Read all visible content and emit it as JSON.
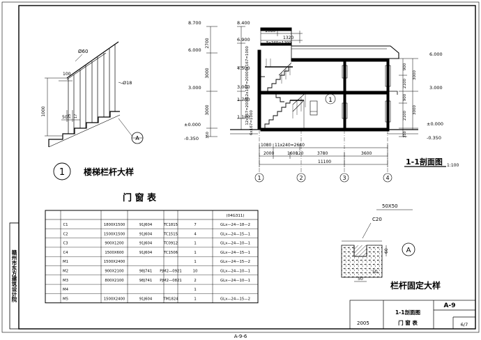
{
  "title_block": {
    "vertical_text": "赣州市东方建筑设计院",
    "year": "2005",
    "sheet_title_1": "1-1剖面图",
    "sheet_title_2": "门 窗 表",
    "drawing_no": "A-9",
    "page": "6/7",
    "bottom_label": "A-9-6"
  },
  "stair_detail": {
    "handrail_dia": "Ø60",
    "baluster_dia": "Ø18",
    "dim_100": "100",
    "dim_50": "50",
    "dim_1000": "1000",
    "dim_25": "25",
    "dim_17": "17",
    "ref_mark": "A",
    "callout_no": "1",
    "title": "楼梯栏杆大样"
  },
  "section": {
    "title": "1-1剖面图",
    "scale": "1:100",
    "callout_no": "1",
    "left_elevs": [
      "8.700",
      "6.000",
      "3.000",
      "±0.000",
      "-0.350"
    ],
    "left_dims": [
      "2700",
      "3000",
      "3000",
      "350"
    ],
    "inner_elevs": [
      "8.400",
      "6.900",
      "4.500",
      "3.000",
      "1.700",
      "1.100"
    ],
    "stair_dims": [
      "6x167=1000",
      "12x167=2000",
      "12x167=2000",
      "6x167=1000"
    ],
    "right_elevs": [
      "6.000",
      "3.000",
      "±0.000",
      "-0.350"
    ],
    "right_dims": [
      "900",
      "2100",
      "900",
      "2100",
      "350"
    ],
    "right_totals": [
      "3000",
      "3000"
    ],
    "top_dims": [
      "1080",
      "1320",
      "5x240=1200"
    ],
    "bottom_dims_1": [
      "1080",
      "11x240=2640"
    ],
    "bottom_dims_2": [
      "2000",
      "1600",
      "120",
      "3780",
      "3600"
    ],
    "total": "11100",
    "axes": [
      "1",
      "2",
      "3",
      "4"
    ]
  },
  "fix_detail": {
    "size": "50X50",
    "concrete": "C20",
    "dim_50a": "50",
    "dim_50b": "50",
    "dim_60": "60",
    "ref_mark": "A",
    "title": "栏杆固定大样"
  },
  "door_window_table": {
    "title": "门 窗 表",
    "header_note": "(04G311)",
    "rows": [
      {
        "code": "C1",
        "size": "1800X1500",
        "atlas": "91J604",
        "model": "TC1815",
        "count": "7",
        "lintel": "GLx—24—18—2"
      },
      {
        "code": "C2",
        "size": "1500X1500",
        "atlas": "91J604",
        "model": "TC1515",
        "count": "4",
        "lintel": "GLx—24—15—1"
      },
      {
        "code": "C3",
        "size": "900X1200",
        "atlas": "91J604",
        "model": "TC0912",
        "count": "1",
        "lintel": "GLx—24—10—1"
      },
      {
        "code": "C4",
        "size": "1500X600",
        "atlas": "91J604",
        "model": "TC1506",
        "count": "1",
        "lintel": "GLx—24—15—1"
      },
      {
        "code": "M1",
        "size": "1500X2400",
        "atlas": "",
        "model": "",
        "count": "1",
        "lintel": "GLx—24—15—2"
      },
      {
        "code": "M2",
        "size": "900X2100",
        "atlas": "98J741",
        "model": "PJM2—0921",
        "count": "10",
        "lintel": "GLx—24—10—1"
      },
      {
        "code": "M3",
        "size": "800X2100",
        "atlas": "98J741",
        "model": "PJM2—0821",
        "count": "2",
        "lintel": "GLx—24—10—1"
      },
      {
        "code": "M4",
        "size": "",
        "atlas": "",
        "model": "",
        "count": "1",
        "lintel": ""
      },
      {
        "code": "M5",
        "size": "1500X2400",
        "atlas": "91J604",
        "model": "TM1824",
        "count": "1",
        "lintel": "GLx—24—15—2"
      }
    ]
  }
}
